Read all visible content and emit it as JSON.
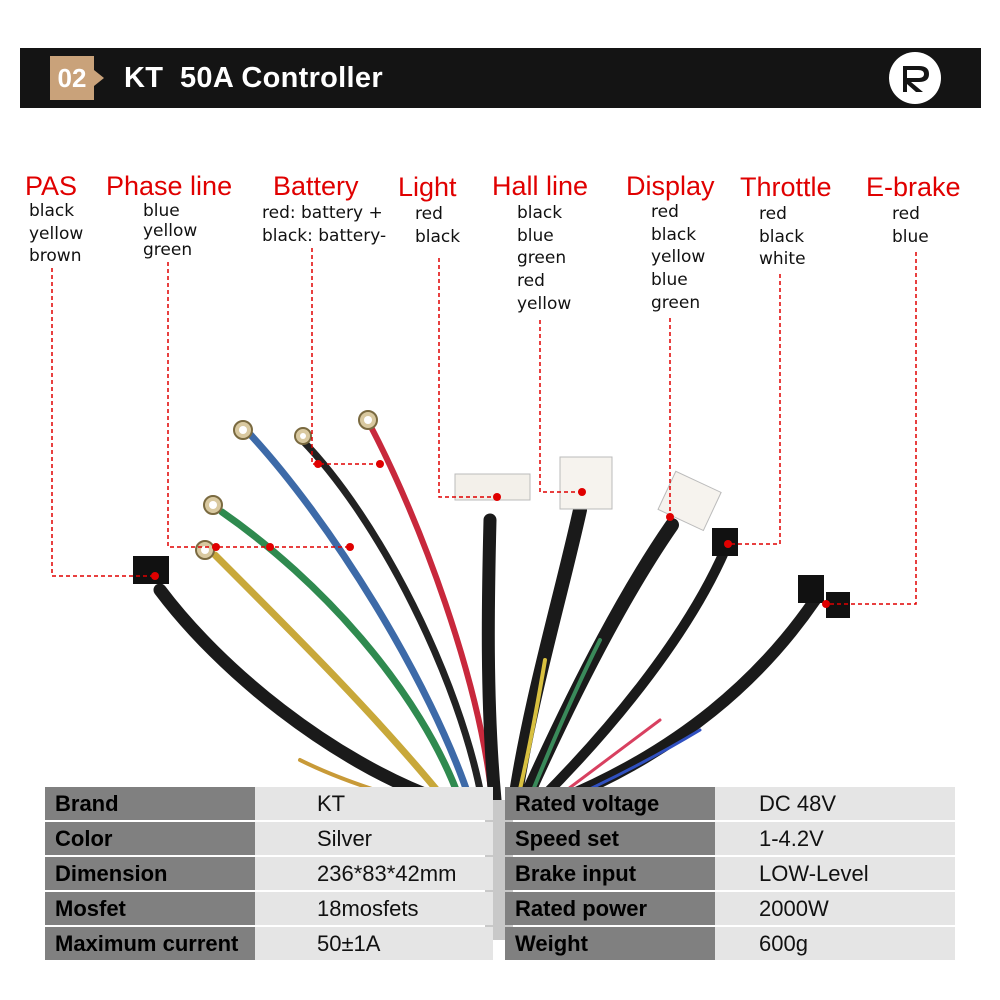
{
  "header": {
    "badge": "02",
    "title": "KT  50A Controller",
    "logo_icon": "r-brand-logo-icon"
  },
  "connectors": [
    {
      "name": "PAS",
      "wires": [
        "black",
        "yellow",
        "brown"
      ]
    },
    {
      "name": "Phase line",
      "wires": [
        "blue",
        "yellow",
        "green"
      ]
    },
    {
      "name": "Battery",
      "wires": [
        "red: battery +",
        "black: battery-"
      ]
    },
    {
      "name": "Light",
      "wires": [
        "red",
        "black"
      ]
    },
    {
      "name": "Hall line",
      "wires": [
        "black",
        "blue",
        "green",
        "red",
        "yellow"
      ]
    },
    {
      "name": "Display",
      "wires": [
        "red",
        "black",
        "yellow",
        "blue",
        "green"
      ]
    },
    {
      "name": "Throttle",
      "wires": [
        "red",
        "black",
        "white"
      ]
    },
    {
      "name": "E-brake",
      "wires": [
        "red",
        "blue"
      ]
    }
  ],
  "specs": {
    "left": [
      {
        "key": "Brand",
        "value": "KT"
      },
      {
        "key": "Color",
        "value": "Silver"
      },
      {
        "key": "Dimension",
        "value": "236*83*42mm"
      },
      {
        "key": "Mosfet",
        "value": "18mosfets"
      },
      {
        "key": "Maximum current",
        "value": "50±1A"
      }
    ],
    "right": [
      {
        "key": "Rated voltage",
        "value": "DC 48V"
      },
      {
        "key": "Speed set",
        "value": "1-4.2V"
      },
      {
        "key": "Brake input",
        "value": "LOW-Level"
      },
      {
        "key": "Rated power",
        "value": "2000W"
      },
      {
        "key": "Weight",
        "value": "600g"
      }
    ]
  },
  "colors": {
    "label": "#e00000",
    "leader": "#e00000",
    "header_bg": "#141414",
    "badge": "#c9a27a",
    "key_bg": "#808080",
    "value_bg": "#e5e5e5"
  }
}
